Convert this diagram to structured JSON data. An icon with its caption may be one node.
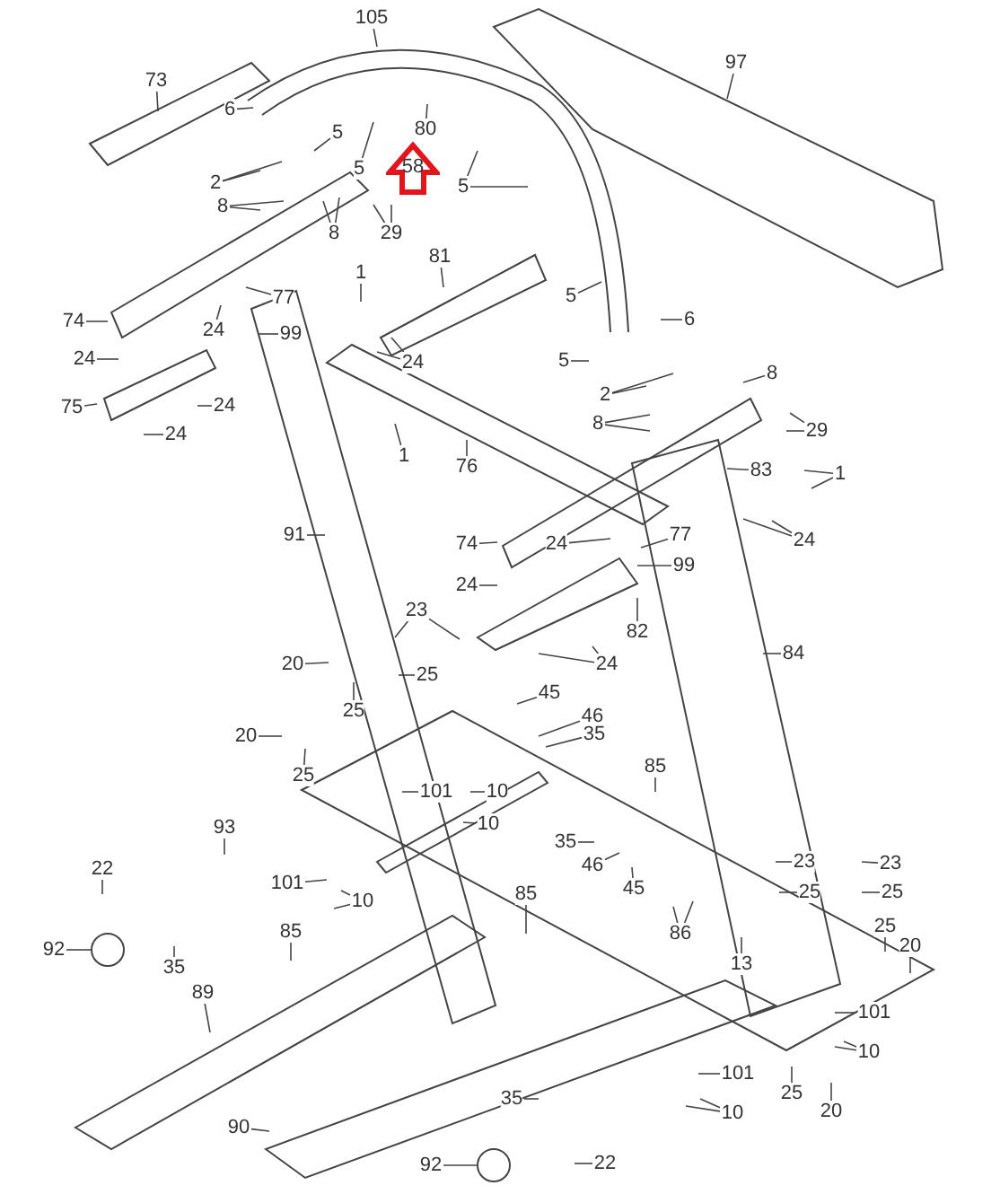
{
  "diagram": {
    "nodes": [
      {
        "text": [
          "105"
        ]
      },
      {
        "text": [
          "97"
        ]
      },
      {
        "text": [
          "73"
        ]
      },
      {
        "text": [
          "6"
        ]
      },
      {
        "text": [
          "5"
        ]
      },
      {
        "text": [
          "80"
        ]
      },
      {
        "text": [
          "5"
        ]
      },
      {
        "text": [
          "58"
        ]
      },
      {
        "text": [
          "5"
        ]
      },
      {
        "text": [
          "2"
        ]
      },
      {
        "text": [
          "8"
        ]
      },
      {
        "text": [
          "8"
        ]
      },
      {
        "text": [
          "29"
        ]
      },
      {
        "text": [
          "81"
        ]
      },
      {
        "text": [
          "1"
        ]
      },
      {
        "text": [
          "77"
        ]
      },
      {
        "text": [
          "74"
        ]
      },
      {
        "text": [
          "24"
        ]
      },
      {
        "text": [
          "99"
        ]
      },
      {
        "text": [
          "24"
        ]
      },
      {
        "text": [
          "24"
        ]
      },
      {
        "text": [
          "5"
        ]
      },
      {
        "text": [
          "6"
        ]
      },
      {
        "text": [
          "5"
        ]
      },
      {
        "text": [
          "2"
        ]
      },
      {
        "text": [
          "8"
        ]
      },
      {
        "text": [
          "75"
        ]
      },
      {
        "text": [
          "24"
        ]
      },
      {
        "text": [
          "24"
        ]
      },
      {
        "text": [
          "1"
        ]
      },
      {
        "text": [
          "76"
        ]
      },
      {
        "text": [
          "8"
        ]
      },
      {
        "text": [
          "29"
        ]
      },
      {
        "text": [
          "83"
        ]
      },
      {
        "text": [
          "1"
        ]
      },
      {
        "text": [
          "91"
        ]
      },
      {
        "text": [
          "74"
        ]
      },
      {
        "text": [
          "77"
        ]
      },
      {
        "text": [
          "24"
        ]
      },
      {
        "text": [
          "24"
        ]
      },
      {
        "text": [
          "99"
        ]
      },
      {
        "text": [
          "24"
        ]
      },
      {
        "text": [
          "82"
        ]
      },
      {
        "text": [
          "23"
        ]
      },
      {
        "text": [
          "84"
        ]
      },
      {
        "text": [
          "24"
        ]
      },
      {
        "text": [
          "20"
        ]
      },
      {
        "text": [
          "25"
        ]
      },
      {
        "text": [
          "25"
        ]
      },
      {
        "text": [
          "45"
        ]
      },
      {
        "text": [
          "46"
        ]
      },
      {
        "text": [
          "35"
        ]
      },
      {
        "text": [
          "20"
        ]
      },
      {
        "text": [
          "25"
        ]
      },
      {
        "text": [
          "101"
        ]
      },
      {
        "text": [
          "10"
        ]
      },
      {
        "text": [
          "10"
        ]
      },
      {
        "text": [
          "85"
        ]
      },
      {
        "text": [
          "93"
        ]
      },
      {
        "text": [
          "22"
        ]
      },
      {
        "text": [
          "101"
        ]
      },
      {
        "text": [
          "10"
        ]
      },
      {
        "text": [
          "85"
        ]
      },
      {
        "text": [
          "92"
        ]
      },
      {
        "text": [
          "35"
        ]
      },
      {
        "text": [
          "85"
        ]
      },
      {
        "text": [
          "89"
        ]
      },
      {
        "text": [
          "90"
        ]
      },
      {
        "text": [
          "92"
        ]
      },
      {
        "text": [
          "35"
        ]
      },
      {
        "text": [
          "22"
        ]
      },
      {
        "text": [
          "35"
        ]
      },
      {
        "text": [
          "46"
        ]
      },
      {
        "text": [
          "45"
        ]
      },
      {
        "text": [
          "86"
        ]
      },
      {
        "text": [
          "13"
        ]
      },
      {
        "text": [
          "23"
        ]
      },
      {
        "text": [
          "25"
        ]
      },
      {
        "text": [
          "23"
        ]
      },
      {
        "text": [
          "25"
        ]
      },
      {
        "text": [
          "25"
        ]
      },
      {
        "text": [
          "20"
        ]
      },
      {
        "text": [
          "101"
        ]
      },
      {
        "text": [
          "10"
        ]
      },
      {
        "text": [
          "101"
        ]
      },
      {
        "text": [
          "10"
        ]
      },
      {
        "text": [
          "25"
        ]
      },
      {
        "text": [
          "20"
        ]
      },
      {
        "text": [],
        "shape": "circle"
      },
      {
        "text": [],
        "shape": "circle"
      }
    ],
    "edges": [
      {
        "from": 0,
        "to": null,
        "arrow": "none"
      },
      {
        "from": 1,
        "to": null,
        "arrow": "none"
      },
      {
        "from": 2,
        "to": null,
        "arrow": "none"
      },
      {
        "from": 3,
        "to": null,
        "arrow": "none"
      },
      {
        "from": 4,
        "to": null,
        "arrow": "none"
      },
      {
        "from": 5,
        "to": null,
        "arrow": "none"
      },
      {
        "from": 6,
        "to": null,
        "arrow": "none"
      },
      {
        "from": 8,
        "to": null,
        "arrow": "none"
      },
      {
        "from": 8,
        "to": null,
        "arrow": "none"
      },
      {
        "from": 9,
        "to": null,
        "arrow": "none"
      },
      {
        "from": 9,
        "to": null,
        "arrow": "none"
      },
      {
        "from": 10,
        "to": null,
        "arrow": "none"
      },
      {
        "from": 10,
        "to": null,
        "arrow": "none"
      },
      {
        "from": 11,
        "to": null,
        "arrow": "none"
      },
      {
        "from": 11,
        "to": null,
        "arrow": "none"
      },
      {
        "from": 12,
        "to": null,
        "arrow": "none"
      },
      {
        "from": 12,
        "to": null,
        "arrow": "none"
      },
      {
        "from": 13,
        "to": null,
        "arrow": "none"
      },
      {
        "from": 14,
        "to": null,
        "arrow": "none"
      },
      {
        "from": 15,
        "to": null,
        "arrow": "none"
      },
      {
        "from": 16,
        "to": null,
        "arrow": "none"
      },
      {
        "from": 17,
        "to": null,
        "arrow": "none"
      },
      {
        "from": 18,
        "to": null,
        "arrow": "none"
      },
      {
        "from": 19,
        "to": null,
        "arrow": "none"
      },
      {
        "from": 20,
        "to": null,
        "arrow": "none"
      },
      {
        "from": 20,
        "to": null,
        "arrow": "none"
      },
      {
        "from": 21,
        "to": null,
        "arrow": "none"
      },
      {
        "from": 22,
        "to": null,
        "arrow": "none"
      },
      {
        "from": 23,
        "to": null,
        "arrow": "none"
      },
      {
        "from": 24,
        "to": null,
        "arrow": "none"
      },
      {
        "from": 24,
        "to": null,
        "arrow": "none"
      },
      {
        "from": 25,
        "to": null,
        "arrow": "none"
      },
      {
        "from": 26,
        "to": null,
        "arrow": "none"
      },
      {
        "from": 27,
        "to": null,
        "arrow": "none"
      },
      {
        "from": 28,
        "to": null,
        "arrow": "none"
      },
      {
        "from": 29,
        "to": null,
        "arrow": "none"
      },
      {
        "from": 30,
        "to": null,
        "arrow": "none"
      },
      {
        "from": 31,
        "to": null,
        "arrow": "none"
      },
      {
        "from": 31,
        "to": null,
        "arrow": "none"
      },
      {
        "from": 32,
        "to": null,
        "arrow": "none"
      },
      {
        "from": 32,
        "to": null,
        "arrow": "none"
      },
      {
        "from": 33,
        "to": null,
        "arrow": "none"
      },
      {
        "from": 34,
        "to": null,
        "arrow": "none"
      },
      {
        "from": 34,
        "to": null,
        "arrow": "none"
      },
      {
        "from": 35,
        "to": null,
        "arrow": "none"
      },
      {
        "from": 36,
        "to": null,
        "arrow": "none"
      },
      {
        "from": 37,
        "to": null,
        "arrow": "none"
      },
      {
        "from": 38,
        "to": null,
        "arrow": "none"
      },
      {
        "from": 39,
        "to": null,
        "arrow": "none"
      },
      {
        "from": 39,
        "to": null,
        "arrow": "none"
      },
      {
        "from": 40,
        "to": null,
        "arrow": "none"
      },
      {
        "from": 41,
        "to": null,
        "arrow": "none"
      },
      {
        "from": 42,
        "to": null,
        "arrow": "none"
      },
      {
        "from": 43,
        "to": null,
        "arrow": "none"
      },
      {
        "from": 43,
        "to": null,
        "arrow": "none"
      },
      {
        "from": 44,
        "to": null,
        "arrow": "none"
      },
      {
        "from": 45,
        "to": null,
        "arrow": "none"
      },
      {
        "from": 45,
        "to": null,
        "arrow": "none"
      },
      {
        "from": 46,
        "to": null,
        "arrow": "none"
      },
      {
        "from": 47,
        "to": null,
        "arrow": "none"
      },
      {
        "from": 48,
        "to": null,
        "arrow": "none"
      },
      {
        "from": 49,
        "to": null,
        "arrow": "none"
      },
      {
        "from": 50,
        "to": null,
        "arrow": "none"
      },
      {
        "from": 51,
        "to": null,
        "arrow": "none"
      },
      {
        "from": 52,
        "to": null,
        "arrow": "none"
      },
      {
        "from": 53,
        "to": null,
        "arrow": "none"
      },
      {
        "from": 54,
        "to": null,
        "arrow": "none"
      },
      {
        "from": 55,
        "to": null,
        "arrow": "none"
      },
      {
        "from": 56,
        "to": null,
        "arrow": "none"
      },
      {
        "from": 57,
        "to": null,
        "arrow": "none"
      },
      {
        "from": 58,
        "to": null,
        "arrow": "none"
      },
      {
        "from": 59,
        "to": null,
        "arrow": "none"
      },
      {
        "from": 60,
        "to": null,
        "arrow": "none"
      },
      {
        "from": 61,
        "to": null,
        "arrow": "none"
      },
      {
        "from": 61,
        "to": null,
        "arrow": "none"
      },
      {
        "from": 62,
        "to": null,
        "arrow": "none"
      },
      {
        "from": 63,
        "to": 88,
        "arrow": "none"
      },
      {
        "from": 64,
        "to": null,
        "arrow": "none"
      },
      {
        "from": 65,
        "to": null,
        "arrow": "none"
      },
      {
        "from": 66,
        "to": null,
        "arrow": "none"
      },
      {
        "from": 67,
        "to": null,
        "arrow": "none"
      },
      {
        "from": 68,
        "to": 89,
        "arrow": "none"
      },
      {
        "from": 69,
        "to": null,
        "arrow": "none"
      },
      {
        "from": 70,
        "to": null,
        "arrow": "none"
      },
      {
        "from": 71,
        "to": null,
        "arrow": "none"
      },
      {
        "from": 72,
        "to": null,
        "arrow": "none"
      },
      {
        "from": 73,
        "to": null,
        "arrow": "none"
      },
      {
        "from": 74,
        "to": null,
        "arrow": "none"
      },
      {
        "from": 74,
        "to": null,
        "arrow": "none"
      },
      {
        "from": 75,
        "to": null,
        "arrow": "none"
      },
      {
        "from": 76,
        "to": null,
        "arrow": "none"
      },
      {
        "from": 77,
        "to": null,
        "arrow": "none"
      },
      {
        "from": 78,
        "to": null,
        "arrow": "none"
      },
      {
        "from": 79,
        "to": null,
        "arrow": "none"
      },
      {
        "from": 80,
        "to": null,
        "arrow": "none"
      },
      {
        "from": 81,
        "to": null,
        "arrow": "none"
      },
      {
        "from": 82,
        "to": null,
        "arrow": "none"
      },
      {
        "from": 83,
        "to": null,
        "arrow": "none"
      },
      {
        "from": 83,
        "to": null,
        "arrow": "none"
      },
      {
        "from": 84,
        "to": null,
        "arrow": "none"
      },
      {
        "from": 85,
        "to": null,
        "arrow": "none"
      },
      {
        "from": 85,
        "to": null,
        "arrow": "none"
      },
      {
        "from": 86,
        "to": null,
        "arrow": "none"
      },
      {
        "from": 87,
        "to": null,
        "arrow": "none"
      }
    ]
  }
}
